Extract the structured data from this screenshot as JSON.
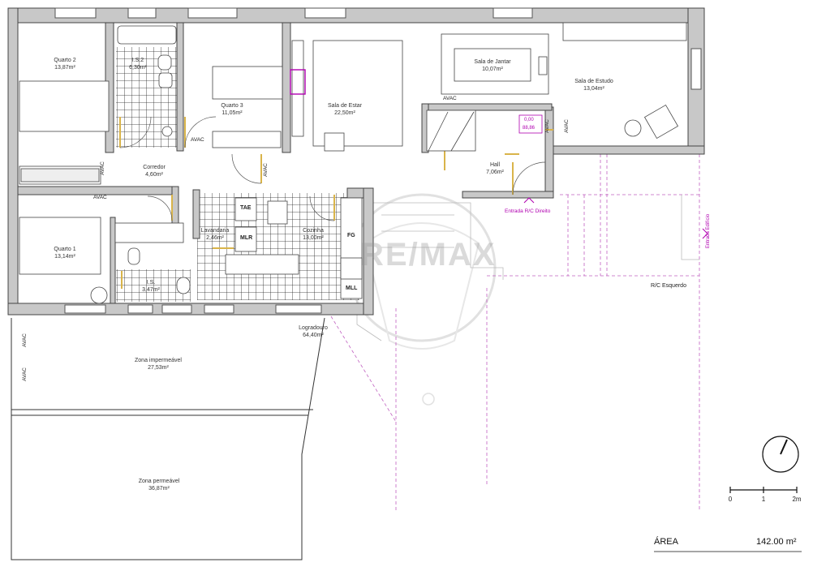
{
  "rooms": [
    {
      "name": "Quarto 2",
      "area": "13,87m²"
    },
    {
      "name": "I.S.2",
      "area": "6,30m²"
    },
    {
      "name": "Quarto 3",
      "area": "11,05m²"
    },
    {
      "name": "Sala de Estar",
      "area": "22,50m²"
    },
    {
      "name": "Sala de Jantar",
      "area": "10,07m²"
    },
    {
      "name": "Sala de Estudo",
      "area": "13,04m²"
    },
    {
      "name": "Corredor",
      "area": "4,60m²"
    },
    {
      "name": "Hall",
      "area": "7,06m²"
    },
    {
      "name": "Quarto 1",
      "area": "13,14m²"
    },
    {
      "name": "Lavandaria",
      "area": "2,46m²"
    },
    {
      "name": "Cozinha",
      "area": "13,00m²"
    },
    {
      "name": "I.S.",
      "area": "3,47m²"
    },
    {
      "name": "Logradouro",
      "area": "64,40m²"
    },
    {
      "name": "Zona impermeável",
      "area": "27,53m²"
    },
    {
      "name": "Zona permeável",
      "area": "36,87m²"
    }
  ],
  "labels": {
    "avac": "AVAC",
    "tae": "TAE",
    "mlr": "MLR",
    "fg": "FG",
    "mll": "MLL",
    "entrada_rc_direito": "Entrada R/C Direito",
    "entrada_edificio": "Entrada Edifício",
    "rc_esquerdo": "R/C Esquerdo",
    "level_top": "0,00",
    "level_bottom": "88,86"
  },
  "scale": {
    "ticks": [
      "0",
      "1",
      "2m"
    ]
  },
  "area_total": {
    "label": "ÁREA",
    "value": "142.00 m²"
  },
  "watermark": "RE/MAX",
  "colors": {
    "wall": "#c8c8c8",
    "wall_stroke": "#444",
    "door": "#d9b44a",
    "window": "#555",
    "magenta": "#b000b0",
    "tile": "#222"
  }
}
